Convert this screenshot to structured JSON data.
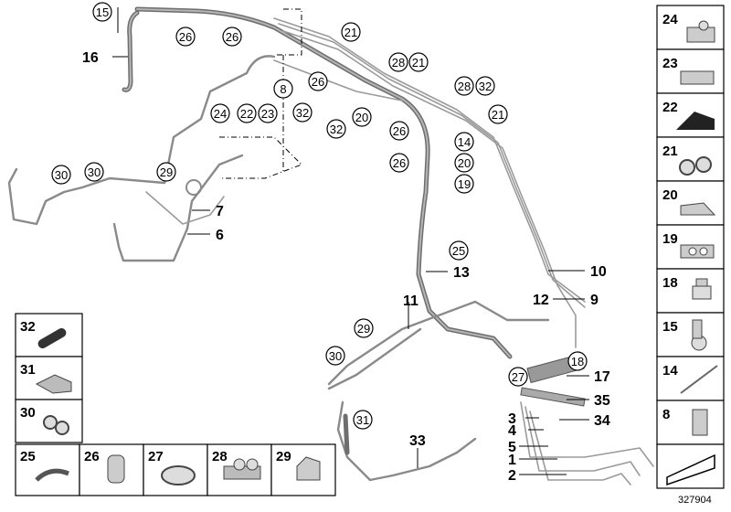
{
  "diagram_id": "327904",
  "labels": {
    "c15": "15",
    "c26a": "26",
    "c26b": "26",
    "c21a": "21",
    "c28a": "28",
    "c21b": "21",
    "c28b": "28",
    "c32a": "32",
    "c21c": "21",
    "c8": "8",
    "c26c": "26",
    "c32b": "32",
    "c32c": "32",
    "c20a": "20",
    "c26d": "26",
    "c14": "14",
    "c20b": "20",
    "c19": "19",
    "c26e": "26",
    "c24": "24",
    "c22": "22",
    "c23": "23",
    "c29a": "29",
    "c30a": "30",
    "c30b": "30",
    "c25": "25",
    "c29b": "29",
    "c30c": "30",
    "c27": "27",
    "c18": "18",
    "c31": "31",
    "b16": "16",
    "b7": "7",
    "b6": "6",
    "b13": "13",
    "b11": "11",
    "b10": "10",
    "b12": "12",
    "b9": "9",
    "b17": "17",
    "b35": "35",
    "b3": "3",
    "b34": "34",
    "b4": "4",
    "b5": "5",
    "b1": "1",
    "b2": "2",
    "b33": "33"
  },
  "legend_left": [
    {
      "num": "32",
      "part": "hose-sleeve"
    },
    {
      "num": "31",
      "part": "clamp-plate"
    },
    {
      "num": "30",
      "part": "double-clip"
    }
  ],
  "legend_bottom": [
    {
      "num": "25",
      "part": "pipe-clamp"
    },
    {
      "num": "26",
      "part": "hose-clip"
    },
    {
      "num": "27",
      "part": "band-clamp"
    },
    {
      "num": "28",
      "part": "multi-clip"
    },
    {
      "num": "29",
      "part": "holder"
    }
  ],
  "legend_right": [
    {
      "num": "24",
      "part": "clip-holder"
    },
    {
      "num": "23",
      "part": "clip"
    },
    {
      "num": "22",
      "part": "rubber-mount"
    },
    {
      "num": "21",
      "part": "double-clip"
    },
    {
      "num": "20",
      "part": "wedge-clip"
    },
    {
      "num": "19",
      "part": "pipe-clip"
    },
    {
      "num": "18",
      "part": "screw-fitting"
    },
    {
      "num": "15",
      "part": "connector"
    },
    {
      "num": "14",
      "part": "cable-tie"
    },
    {
      "num": "8",
      "part": "hex-nut"
    }
  ]
}
